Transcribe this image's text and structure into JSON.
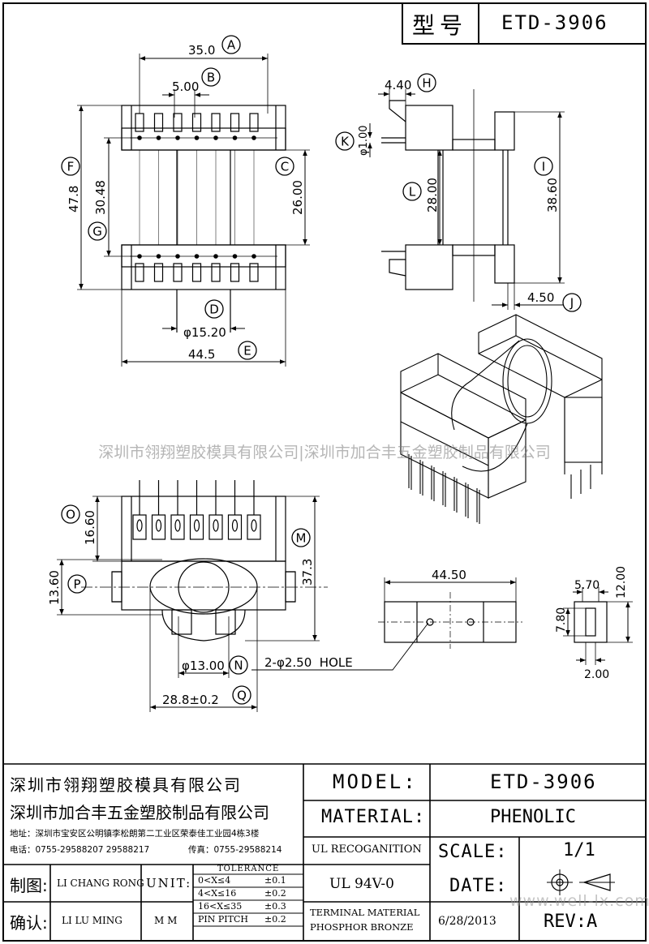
{
  "header": {
    "model_label": "型号",
    "model_value": "ETD-3906"
  },
  "dims": {
    "A": "35.0",
    "B": "5.00",
    "C": "26.00",
    "D": "φ15.20",
    "E": "44.5",
    "F": "47.8",
    "G": "30.48",
    "H": "4.40",
    "I": "38.60",
    "J": "4.50",
    "K": "φ1.00",
    "L": "28.00",
    "M": "37.3",
    "N": "φ13.00",
    "O": "16.60",
    "P": "13.60",
    "Q": "28.8±0.2",
    "hole_note": "2-φ2.50  HOLE",
    "pcb_w": "44.50",
    "pcb_a": "5.70",
    "pcb_b": "12.00",
    "pcb_c": "7.80",
    "pcb_d": "2.00"
  },
  "letters": [
    "A",
    "B",
    "C",
    "D",
    "E",
    "F",
    "G",
    "H",
    "I",
    "J",
    "K",
    "L",
    "M",
    "N",
    "O",
    "P",
    "Q"
  ],
  "watermark": "深圳市翎翔塑胶模具有限公司|深圳市加合丰五金塑胶制品有限公司",
  "watermark_url": "www.well-lx.com",
  "title_block": {
    "company1": "深圳市翎翔塑胶模具有限公司",
    "company2": "深圳市加合丰五金塑胶制品有限公司",
    "address": "地址：深圳市宝安区公明镇李松朗第二工业区荣泰佳工业园4栋3楼",
    "phone": "电话：0755-29588207  29588217",
    "fax": "传真：0755-29588214",
    "drawn_label": "制图:",
    "drawn_name": "LI CHANG RONG",
    "checked_label": "确认:",
    "checked_name": "LI LU MING",
    "unit_label": "UNIT:",
    "unit_value": "M M",
    "tolerance_title": "TOLERANCE",
    "tolerances": [
      {
        "range": "0<X≤4",
        "value": "±0.1"
      },
      {
        "range": "4<X≤16",
        "value": "±0.2"
      },
      {
        "range": "16<X≤35",
        "value": "±0.3"
      },
      {
        "range": "PIN PITCH",
        "value": "±0.2"
      }
    ],
    "model_label": "MODEL:",
    "model_value": "ETD-3906",
    "material_label": "MATERIAL:",
    "material_value": "PHENOLIC",
    "ul_label": "UL RECOGANITION",
    "ul_value": "UL 94V-0",
    "terminal_line1": "TERMINAL MATERIAL",
    "terminal_line2": "PHOSPHOR  BRONZE",
    "scale_label": "SCALE:",
    "scale_value": "1/1",
    "date_label": "DATE:",
    "date_value": "6/28/2013",
    "rev_label": "REV:A"
  }
}
